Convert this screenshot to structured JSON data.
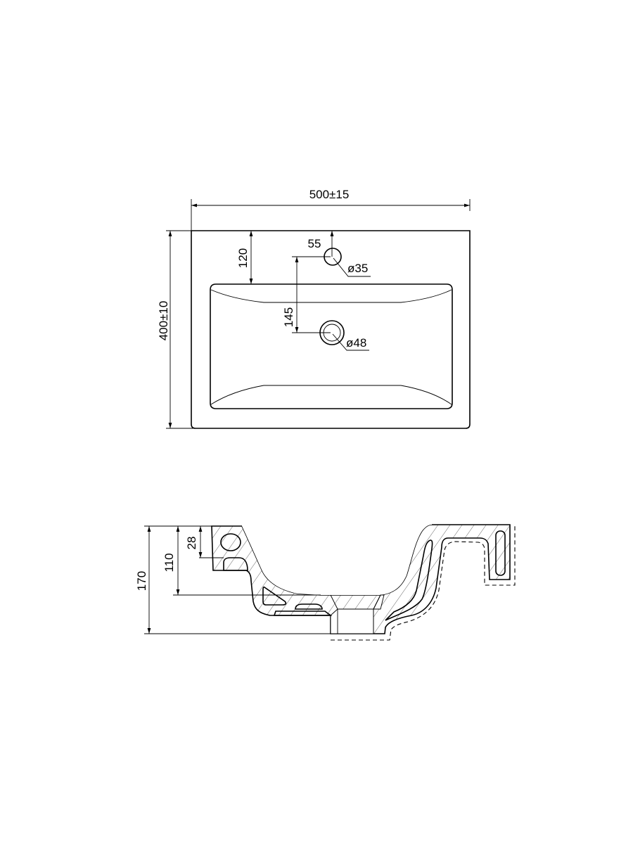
{
  "top_view": {
    "width_dim": "500±15",
    "depth_dim": "400±10",
    "tap_offset_dim": "120",
    "tap_from_back_dim": "55",
    "tap_to_drain_dim": "145",
    "tap_hole_dim": "ø35",
    "drain_hole_dim": "ø48"
  },
  "section_view": {
    "total_height_dim": "170",
    "bowl_depth_dim": "110",
    "rim_thickness_dim": "28"
  },
  "colors": {
    "line": "#000000",
    "background": "#ffffff"
  }
}
